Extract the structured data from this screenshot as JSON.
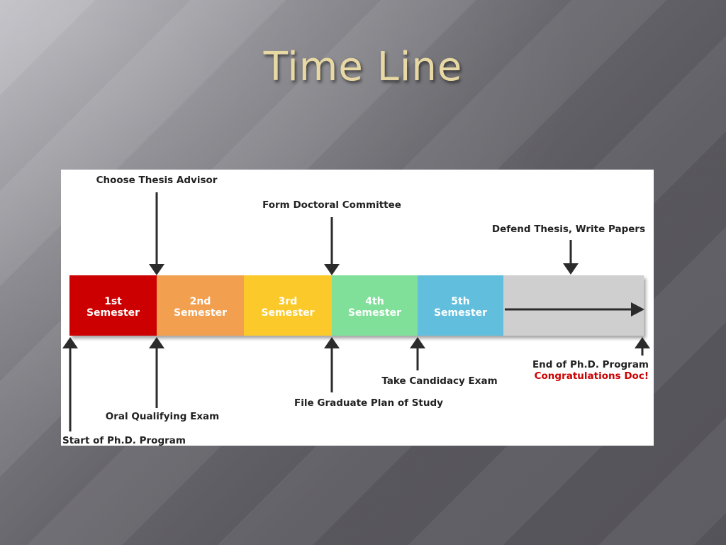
{
  "slide": {
    "title": "Time Line"
  },
  "timeline": {
    "segments": [
      {
        "line1": "1st",
        "line2": "Semester",
        "color": "#cc0000"
      },
      {
        "line1": "2nd",
        "line2": "Semester",
        "color": "#f2a04f"
      },
      {
        "line1": "3rd",
        "line2": "Semester",
        "color": "#fbc92c"
      },
      {
        "line1": "4th",
        "line2": "Semester",
        "color": "#80e09a"
      },
      {
        "line1": "5th",
        "line2": "Semester",
        "color": "#62bedd"
      }
    ],
    "final_segment_color": "#cfcfcf",
    "arrow_color": "#2b2b2b",
    "labels_above": {
      "choose_advisor": "Choose Thesis Advisor",
      "form_committee": "Form Doctoral Committee",
      "defend_thesis": "Defend Thesis, Write Papers"
    },
    "labels_below": {
      "start_program": "Start of Ph.D. Program",
      "oral_exam": "Oral Qualifying Exam",
      "graduate_plan": "File Graduate Plan of Study",
      "candidacy_exam": "Take Candidacy Exam",
      "end_program": "End of Ph.D. Program",
      "congrats": "Congratulations Doc!"
    }
  }
}
